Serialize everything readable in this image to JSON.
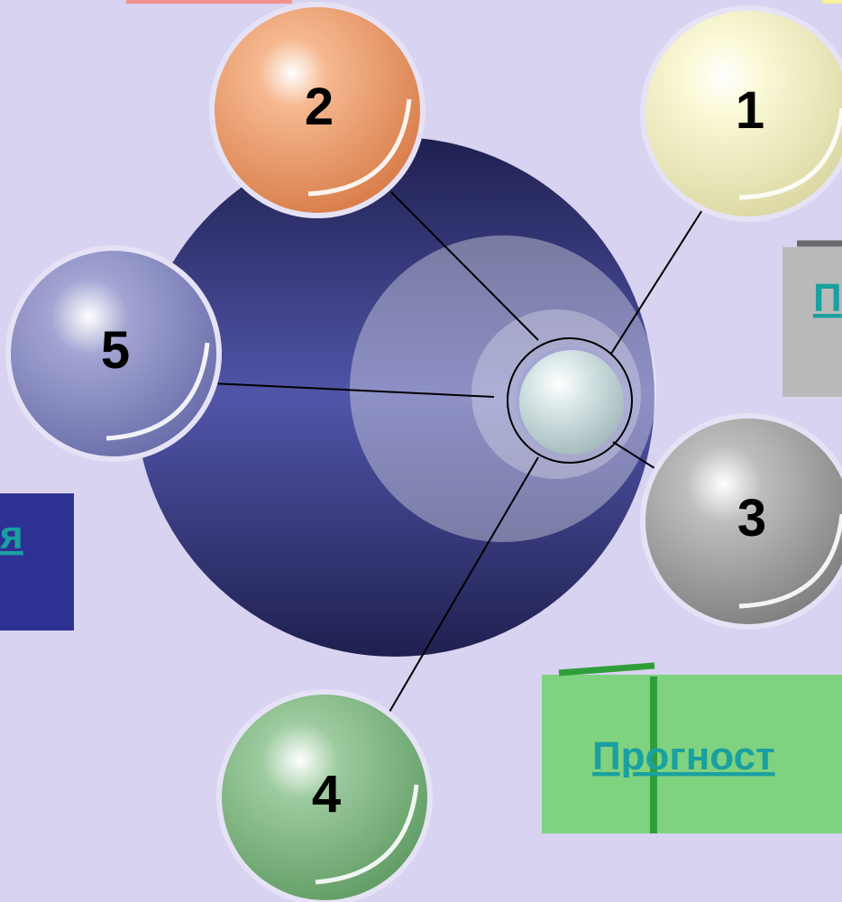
{
  "colors": {
    "background": "#d8d3f0",
    "hub_dark": "#252660",
    "hub_light": "#5054a8",
    "link_text": "#1aa0a0",
    "ball_1": "#f2f0c2",
    "ball_2": "#f0a06e",
    "ball_3": "#a9a9a9",
    "ball_4": "#88c08c",
    "ball_5": "#8a8ec4",
    "card_gray": "#b8b8b8",
    "card_blue": "#2e3194",
    "card_green": "#7fd27f",
    "card_pink": "#f4908c",
    "card_yellow": "#f8f09a"
  },
  "diagram": {
    "center_node": {
      "label": ""
    },
    "nodes": [
      {
        "id": "1",
        "label": "1"
      },
      {
        "id": "2",
        "label": "2"
      },
      {
        "id": "3",
        "label": "3"
      },
      {
        "id": "4",
        "label": "4"
      },
      {
        "id": "5",
        "label": "5"
      }
    ],
    "edges": [
      {
        "from": "center",
        "to": "1"
      },
      {
        "from": "center",
        "to": "2"
      },
      {
        "from": "center",
        "to": "3"
      },
      {
        "from": "center",
        "to": "4"
      },
      {
        "from": "center",
        "to": "5"
      }
    ]
  },
  "cards": {
    "gray_link": "П",
    "blue_link": "я",
    "green_link": "Прогност"
  }
}
